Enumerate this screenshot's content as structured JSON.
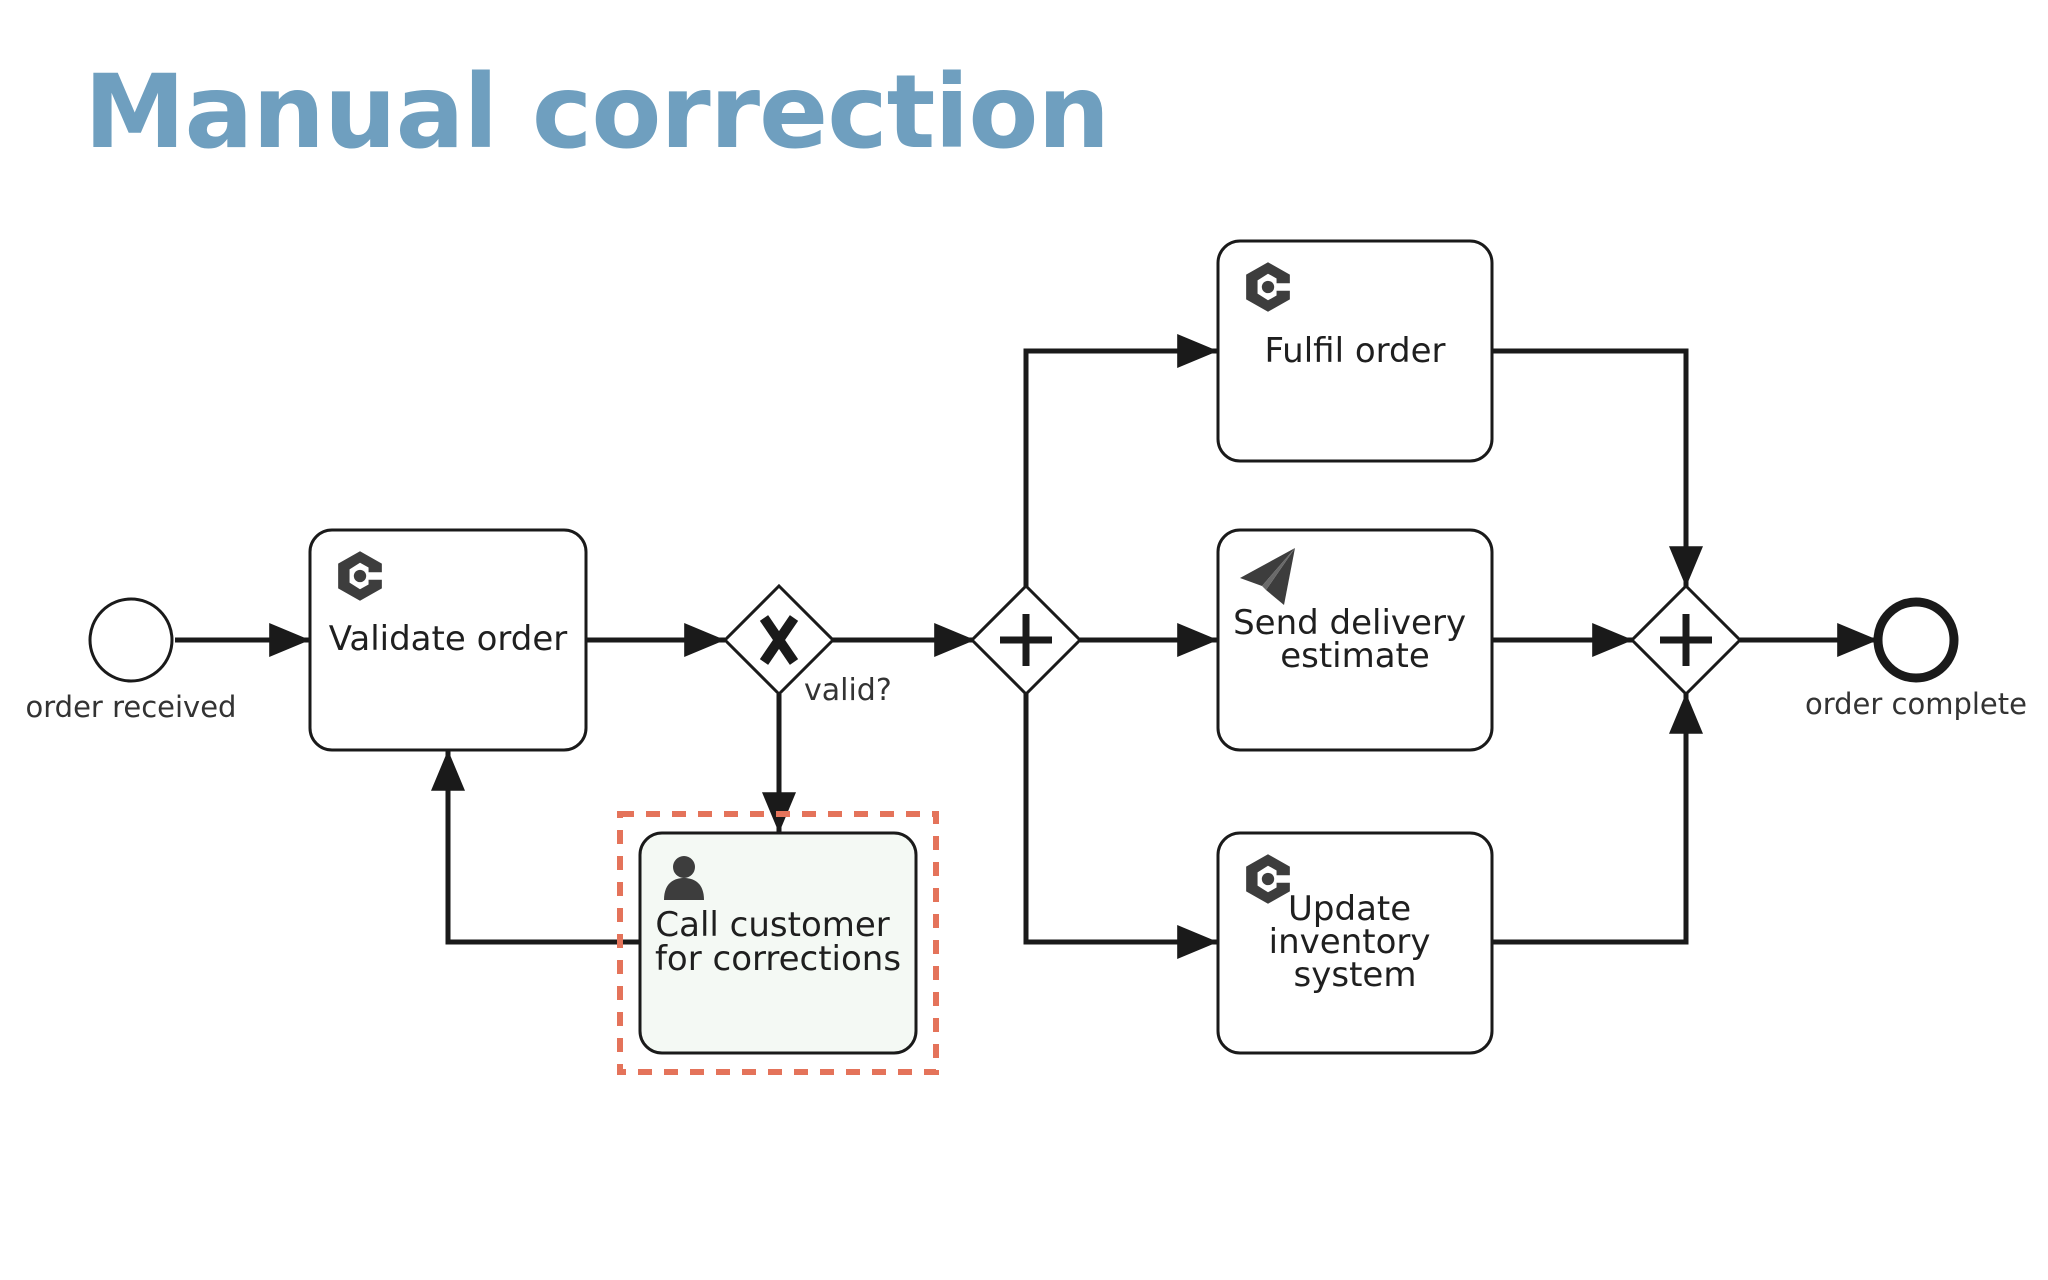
{
  "title": "Manual correction",
  "colors": {
    "title": "#6f9fbf",
    "stroke": "#1a1a1a",
    "task_fill": "#ffffff",
    "highlight_fill": "#f4f9f4",
    "highlight_border": "#e4735a"
  },
  "events": {
    "start": {
      "label": "order received",
      "icon": "start-event-circle"
    },
    "end": {
      "label": "order complete",
      "icon": "end-event-circle"
    }
  },
  "tasks": {
    "validate": {
      "lines": [
        "Validate order"
      ],
      "icon": "service-task-icon"
    },
    "call": {
      "lines": [
        "Call customer",
        "for corrections"
      ],
      "icon": "user-task-icon"
    },
    "fulfil": {
      "lines": [
        "Fulfil order"
      ],
      "icon": "service-task-icon"
    },
    "send": {
      "lines": [
        "Send delivery",
        "estimate"
      ],
      "icon": "send-task-icon"
    },
    "update": {
      "lines": [
        "Update",
        "inventory",
        "system"
      ],
      "icon": "service-task-icon"
    }
  },
  "gateways": {
    "valid": {
      "label": "valid?",
      "type": "exclusive"
    },
    "split": {
      "type": "parallel"
    },
    "join": {
      "type": "parallel"
    }
  }
}
